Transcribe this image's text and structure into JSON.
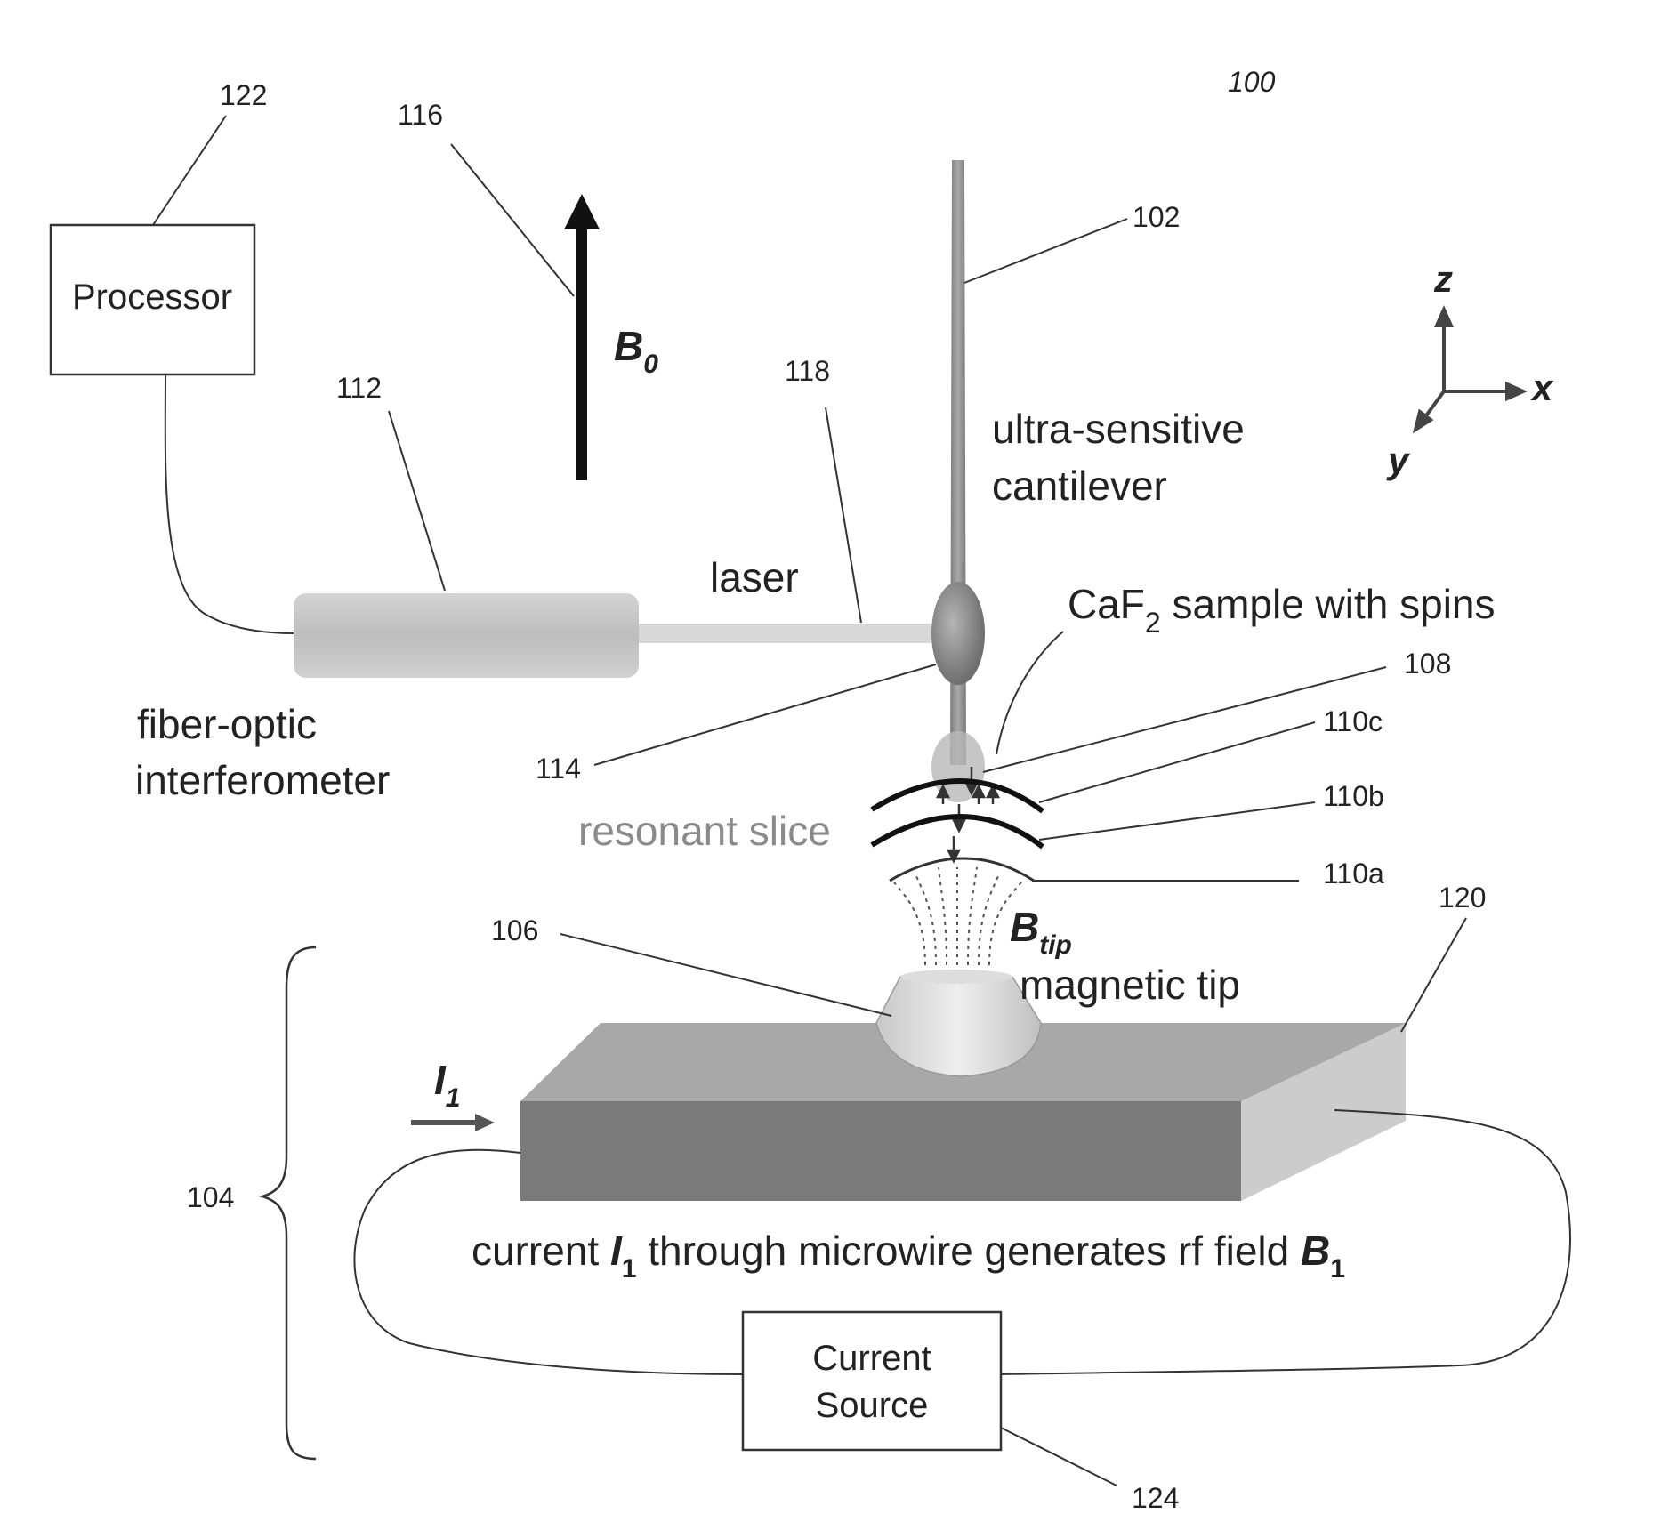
{
  "figure_number": "100",
  "ref_numbers": {
    "r102": "102",
    "r104": "104",
    "r106": "106",
    "r108": "108",
    "r110a": "110a",
    "r110b": "110b",
    "r110c": "110c",
    "r112": "112",
    "r114": "114",
    "r116": "116",
    "r118": "118",
    "r120": "120",
    "r122": "122",
    "r124": "124"
  },
  "boxes": {
    "processor": "Processor",
    "current_source_line1": "Current",
    "current_source_line2": "Source"
  },
  "labels": {
    "cantilever_line1": "ultra-sensitive",
    "cantilever_line2": "cantilever",
    "laser": "laser",
    "interferometer_line1": "fiber-optic",
    "interferometer_line2": "interferometer",
    "sample_pre": "CaF",
    "sample_sub": "2",
    "sample_post": " sample with spins",
    "resonant_slice": "resonant slice",
    "magnetic_tip": "magnetic tip",
    "b0_main": "B",
    "b0_sub": "0",
    "btip_main": "B",
    "btip_sub": "tip",
    "i1_main": "I",
    "i1_sub": "1",
    "caption_a": "current ",
    "caption_i": "I",
    "caption_i_sub": "1",
    "caption_b": " through microwire generates rf field ",
    "caption_bf": "B",
    "caption_bf_sub": "1"
  },
  "axes": {
    "z": "z",
    "x": "x",
    "y": "y"
  }
}
